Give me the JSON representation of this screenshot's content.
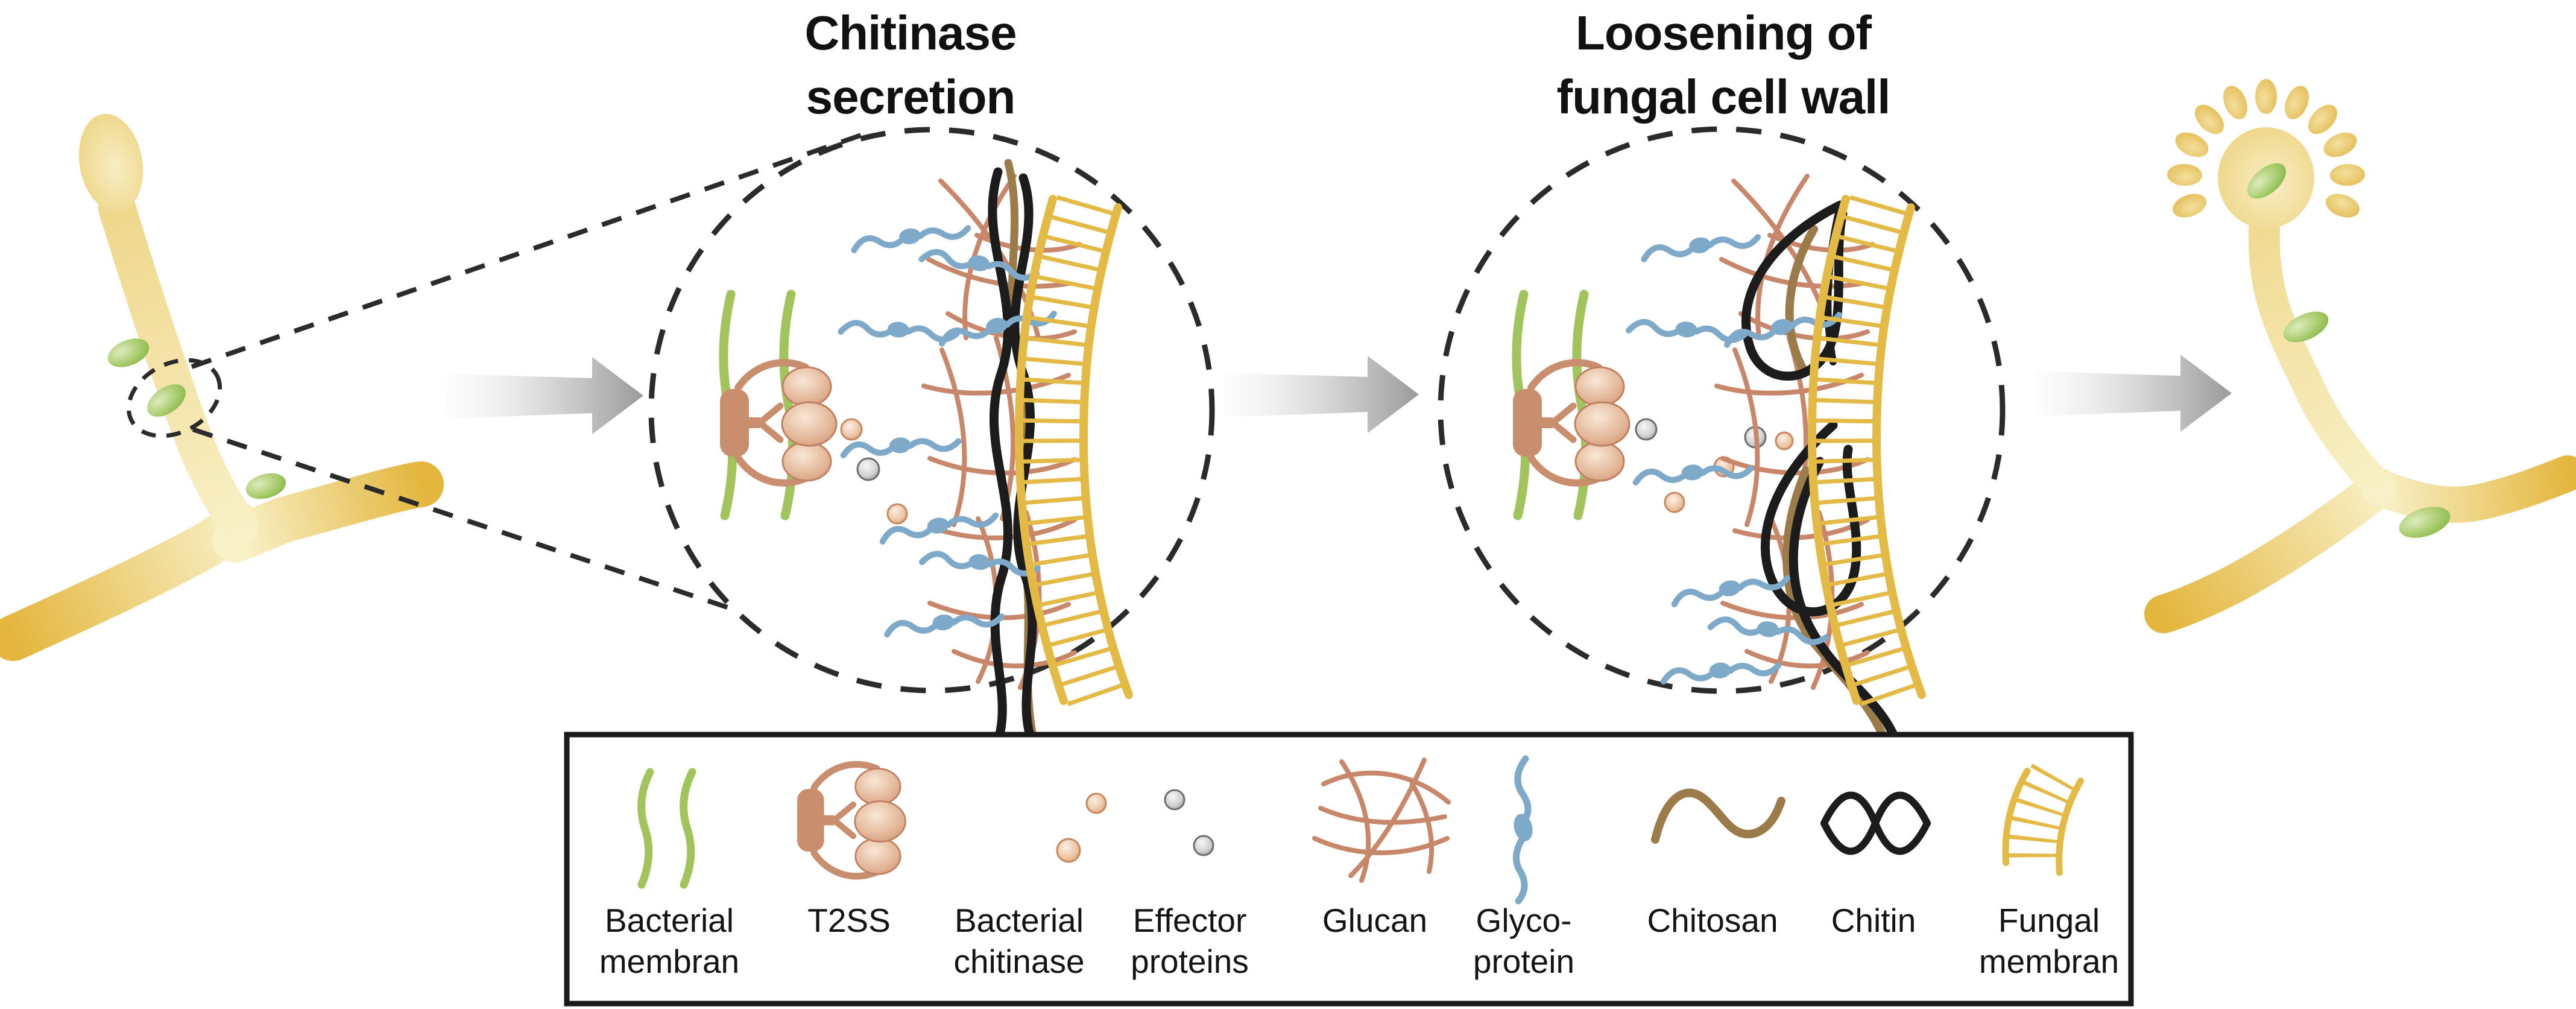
{
  "figure": {
    "description": "Bacterial chitinase secretion loosens the fungal cell wall",
    "steps": [
      {
        "label_line1": "Chitinase",
        "label_line2": "secretion"
      },
      {
        "label_line1": "Loosening of",
        "label_line2": "fungal cell wall"
      }
    ]
  },
  "legend": {
    "items": [
      {
        "icon": "bacterial-membrane-icon",
        "line1": "Bacterial",
        "line2": "membran"
      },
      {
        "icon": "t2ss-icon",
        "line1": "T2SS",
        "line2": ""
      },
      {
        "icon": "bacterial-chitinase-icon",
        "line1": "Bacterial",
        "line2": "chitinase"
      },
      {
        "icon": "effector-proteins-icon",
        "line1": "Effector",
        "line2": "proteins"
      },
      {
        "icon": "glucan-icon",
        "line1": "Glucan",
        "line2": ""
      },
      {
        "icon": "glycoprotein-icon",
        "line1": "Glyco-",
        "line2": "protein"
      },
      {
        "icon": "chitosan-icon",
        "line1": "Chitosan",
        "line2": ""
      },
      {
        "icon": "chitin-icon",
        "line1": "Chitin",
        "line2": ""
      },
      {
        "icon": "fungal-membrane-icon",
        "line1": "Fungal",
        "line2": "membran"
      }
    ]
  },
  "colors": {
    "bacterial_membrane_green": "#a2c45c",
    "t2ss_salmon": "#c98e6e",
    "bacterial_chitinase_orange": "#dfa77e",
    "effector_protein_gray": "#8f8f8f",
    "glucan_salmon": "#c8876a",
    "glycoprotein_blue": "#7ea9c8",
    "chitosan_brown": "#9a7b49",
    "chitin_black": "#1c1c1c",
    "fungal_membrane_gold": "#e2ba45",
    "hypha_gold": "#ecd07b",
    "endobacteria_green": "#8ab84a",
    "arrow_gray": "#9a9a9a",
    "dashed_outline": "#2b2b2b"
  }
}
